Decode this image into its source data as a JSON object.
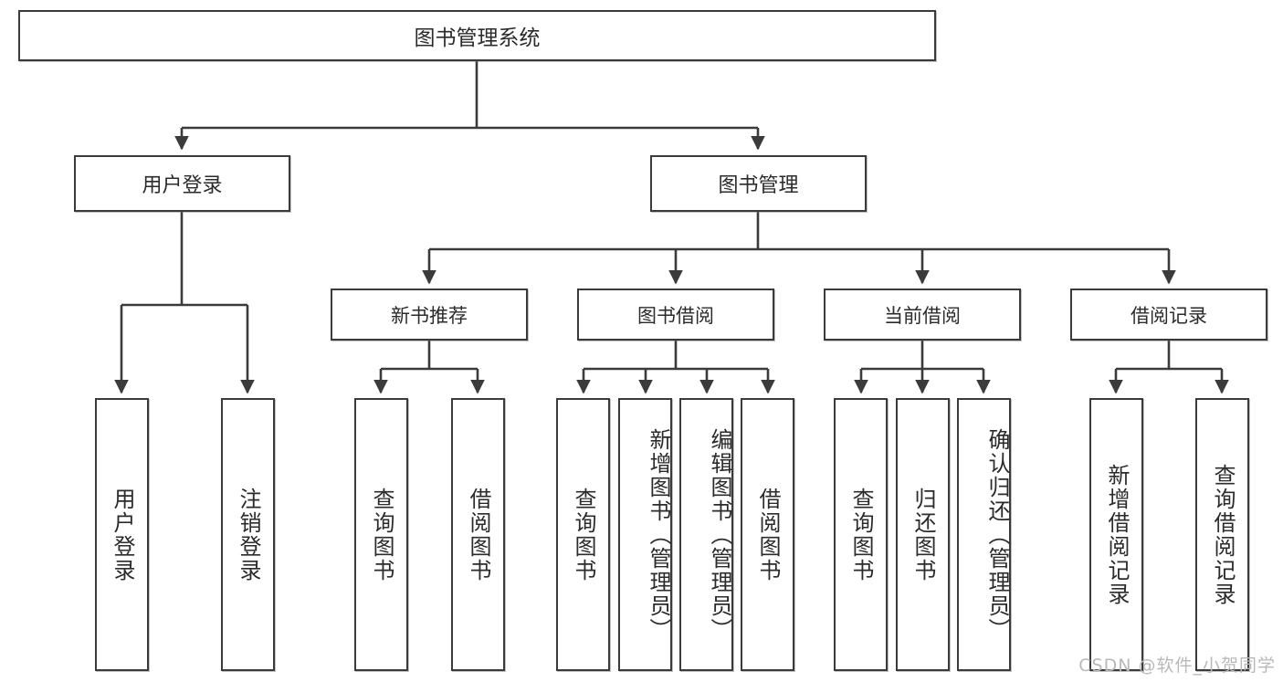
{
  "diagram": {
    "title": "图书管理系统",
    "watermark": "CSDN @软件_小贺同学",
    "accent_color": "#3b3b3b",
    "background_color": "#ffffff",
    "text_color": "#2b2b2b",
    "root": {
      "label": "图书管理系统"
    },
    "level2": [
      {
        "label": "用户登录"
      },
      {
        "label": "图书管理"
      }
    ],
    "level3": [
      {
        "label": "新书推荐"
      },
      {
        "label": "图书借阅"
      },
      {
        "label": "当前借阅"
      },
      {
        "label": "借阅记录"
      }
    ],
    "leaves": {
      "user_login": [
        {
          "label": "用户登录"
        },
        {
          "label": "注销登录"
        }
      ],
      "new_book": [
        {
          "label": "查询图书"
        },
        {
          "label": "借阅图书"
        }
      ],
      "book_borrow": [
        {
          "label": "查询图书"
        },
        {
          "label": "新增图书（管理员）"
        },
        {
          "label": "编辑图书（管理员）"
        },
        {
          "label": "借阅图书"
        }
      ],
      "current_borrow": [
        {
          "label": "查询图书"
        },
        {
          "label": "归还图书"
        },
        {
          "label": "确认归还（管理员）"
        }
      ],
      "borrow_record": [
        {
          "label": "新增借阅记录"
        },
        {
          "label": "查询借阅记录"
        }
      ]
    }
  }
}
